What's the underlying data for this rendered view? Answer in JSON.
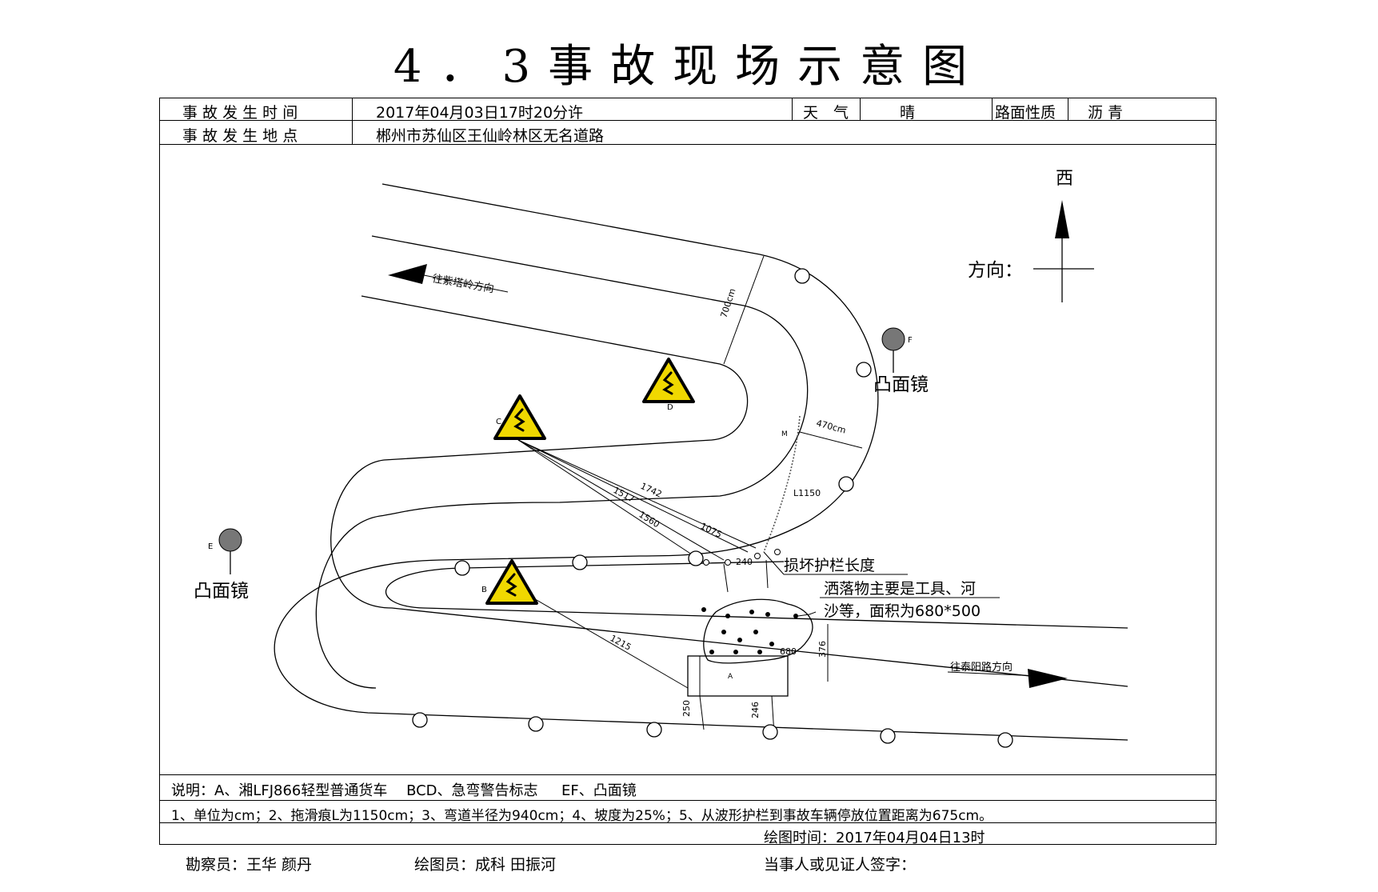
{
  "title": "4．3事故现场示意图",
  "header": {
    "time_label": "事 故 发 生 时 间",
    "time_value": "2017年04月03日17时20分许",
    "weather_label": "天　气",
    "weather_value": "晴",
    "surface_label": "路面性质",
    "surface_value": "沥 青",
    "place_label": "事 故 发 生 地 点",
    "place_value": "郴州市苏仙区王仙岭林区无名道路"
  },
  "diagram": {
    "compass_label": "西",
    "direction_label": "方向：",
    "direction_to_top": "往紫塔岭方向",
    "direction_to_right": "往泰阳路方向",
    "mirror_label_left": "凸面镜",
    "mirror_label_right": "凸面镜",
    "mirror_letter_e": "E",
    "mirror_letter_f": "F",
    "sign_letter_b": "B",
    "sign_letter_c": "C",
    "sign_letter_d": "D",
    "guardrail_label": "损坏护栏长度",
    "debris_label_1": "洒落物主要是工具、河",
    "debris_label_2": "沙等，面积为680*500",
    "m_700": "700cm",
    "m_470": "470cm",
    "m_l1150": "L1150",
    "m_1742": "1742",
    "m_1517": "1517",
    "m_1560": "1560",
    "m_1075": "1075",
    "m_240": "240",
    "m_1215": "1215",
    "m_376": "376",
    "m_250": "250",
    "m_246": "246",
    "m_a": "A",
    "m_680": "680",
    "m_m": "M"
  },
  "notes": {
    "legend": "说明：A、湘LFJ866轻型普通货车　 BCD、急弯警告标志 　 EF、凸面镜",
    "details": "1、单位为cm；2、拖滑痕L为1150cm；3、弯道半径为940cm；4、坡度为25%；5、从波形护栏到事故车辆停放位置距离为675cm。",
    "draw_time": "绘图时间：2017年04月04日13时"
  },
  "footer": {
    "surveyor": "勘察员：王华 颜丹",
    "drafter": "绘图员：成科 田振河",
    "signature": "当事人或见证人签字："
  },
  "colors": {
    "sign_yellow": "#f0d800",
    "mirror_gray": "#777777"
  }
}
